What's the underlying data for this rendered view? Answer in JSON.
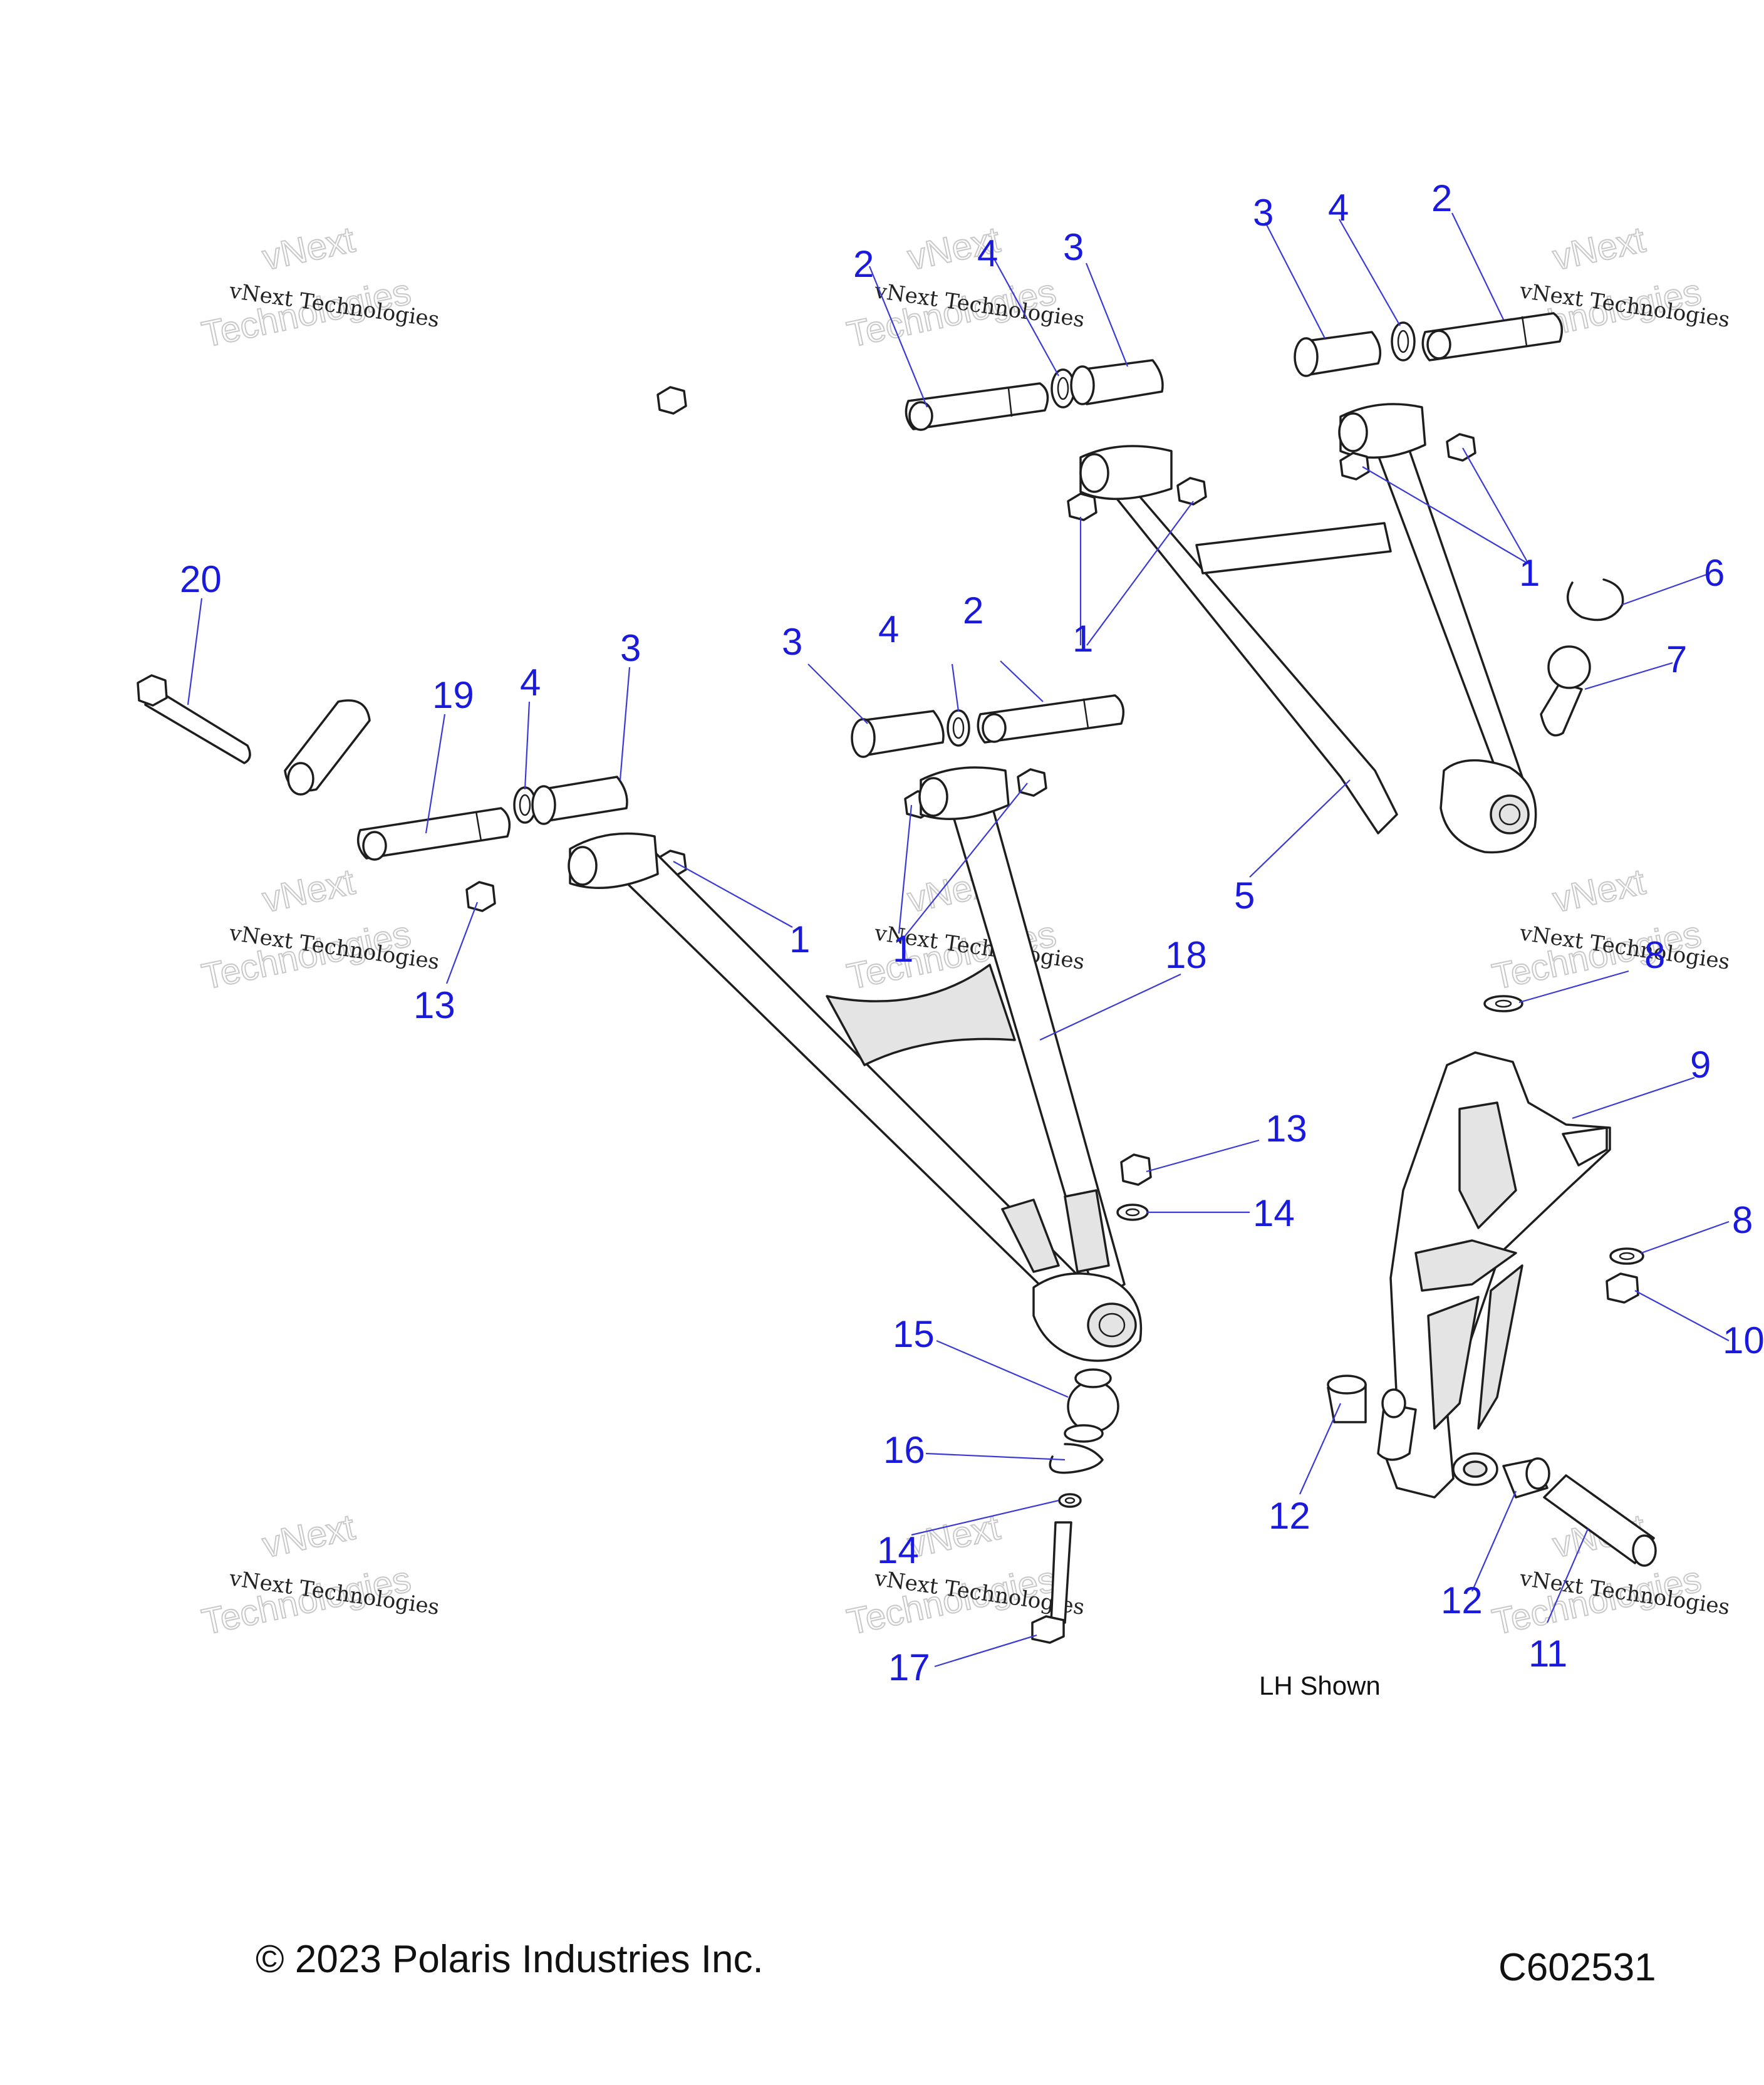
{
  "note": "LH Shown",
  "copyright": "© 2023 Polaris Industries Inc.",
  "figure_code": "C602531",
  "watermark": {
    "line1": "vNext Technologies",
    "line2": "vNext",
    "line3": "Technologies"
  },
  "callouts": [
    {
      "id": "c-2a",
      "text": "2"
    },
    {
      "id": "c-4a",
      "text": "4"
    },
    {
      "id": "c-3a",
      "text": "3"
    },
    {
      "id": "c-3b",
      "text": "3"
    },
    {
      "id": "c-4b",
      "text": "4"
    },
    {
      "id": "c-2b",
      "text": "2"
    },
    {
      "id": "c-1a",
      "text": "1"
    },
    {
      "id": "c-1b",
      "text": "1"
    },
    {
      "id": "c-6",
      "text": "6"
    },
    {
      "id": "c-7",
      "text": "7"
    },
    {
      "id": "c-5",
      "text": "5"
    },
    {
      "id": "c-20",
      "text": "20"
    },
    {
      "id": "c-19",
      "text": "19"
    },
    {
      "id": "c-4c",
      "text": "4"
    },
    {
      "id": "c-3c",
      "text": "3"
    },
    {
      "id": "c-3d",
      "text": "3"
    },
    {
      "id": "c-4d",
      "text": "4"
    },
    {
      "id": "c-2c",
      "text": "2"
    },
    {
      "id": "c-1c",
      "text": "1"
    },
    {
      "id": "c-1d",
      "text": "1"
    },
    {
      "id": "c-13a",
      "text": "13"
    },
    {
      "id": "c-18",
      "text": "18"
    },
    {
      "id": "c-8a",
      "text": "8"
    },
    {
      "id": "c-9",
      "text": "9"
    },
    {
      "id": "c-13b",
      "text": "13"
    },
    {
      "id": "c-14a",
      "text": "14"
    },
    {
      "id": "c-8b",
      "text": "8"
    },
    {
      "id": "c-10",
      "text": "10"
    },
    {
      "id": "c-15",
      "text": "15"
    },
    {
      "id": "c-16",
      "text": "16"
    },
    {
      "id": "c-14b",
      "text": "14"
    },
    {
      "id": "c-17",
      "text": "17"
    },
    {
      "id": "c-12a",
      "text": "12"
    },
    {
      "id": "c-12b",
      "text": "12"
    },
    {
      "id": "c-11",
      "text": "11"
    }
  ]
}
